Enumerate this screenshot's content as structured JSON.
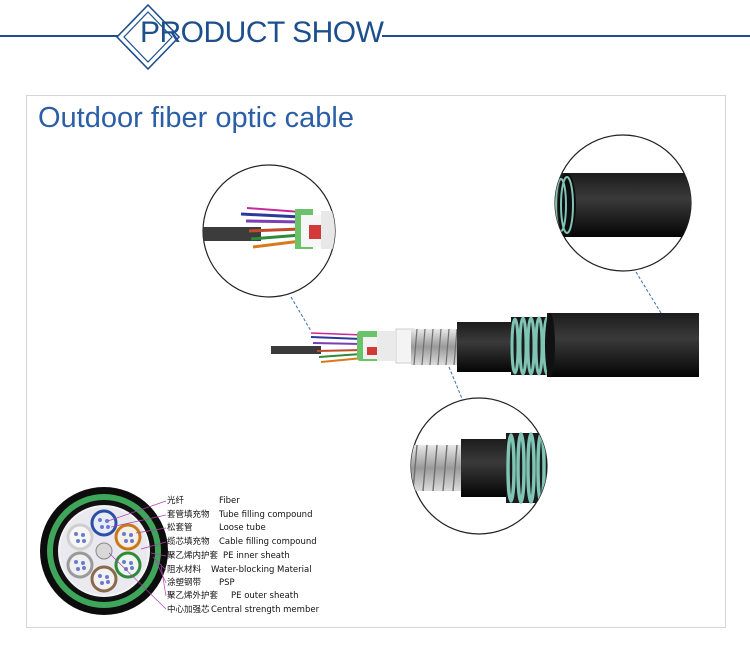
{
  "header": {
    "title": "PRODUCT SHOW"
  },
  "panel": {
    "title": "Outdoor fiber optic cable"
  },
  "legend": [
    {
      "cn": "光纤",
      "en": "Fiber"
    },
    {
      "cn": "套管填充物",
      "en": "Tube filling compound"
    },
    {
      "cn": "松套管",
      "en": "Loose tube"
    },
    {
      "cn": "缆芯填充物",
      "en": "Cable filling compound"
    },
    {
      "cn": "聚乙烯内护套",
      "en": "PE inner sheath"
    },
    {
      "cn": "阻水材料",
      "en": "Water-blocking Material"
    },
    {
      "cn": "涂塑钢带",
      "en": "PSP"
    },
    {
      "cn": "聚乙烯外护套",
      "en": "PE outer sheath"
    },
    {
      "cn": "中心加强芯",
      "en": "Central strength member"
    }
  ],
  "colors": {
    "brand": "#1d4f8c",
    "title": "#2a5fa8",
    "sheath": "#0b0b0b",
    "armor": "#7fc4b4"
  }
}
